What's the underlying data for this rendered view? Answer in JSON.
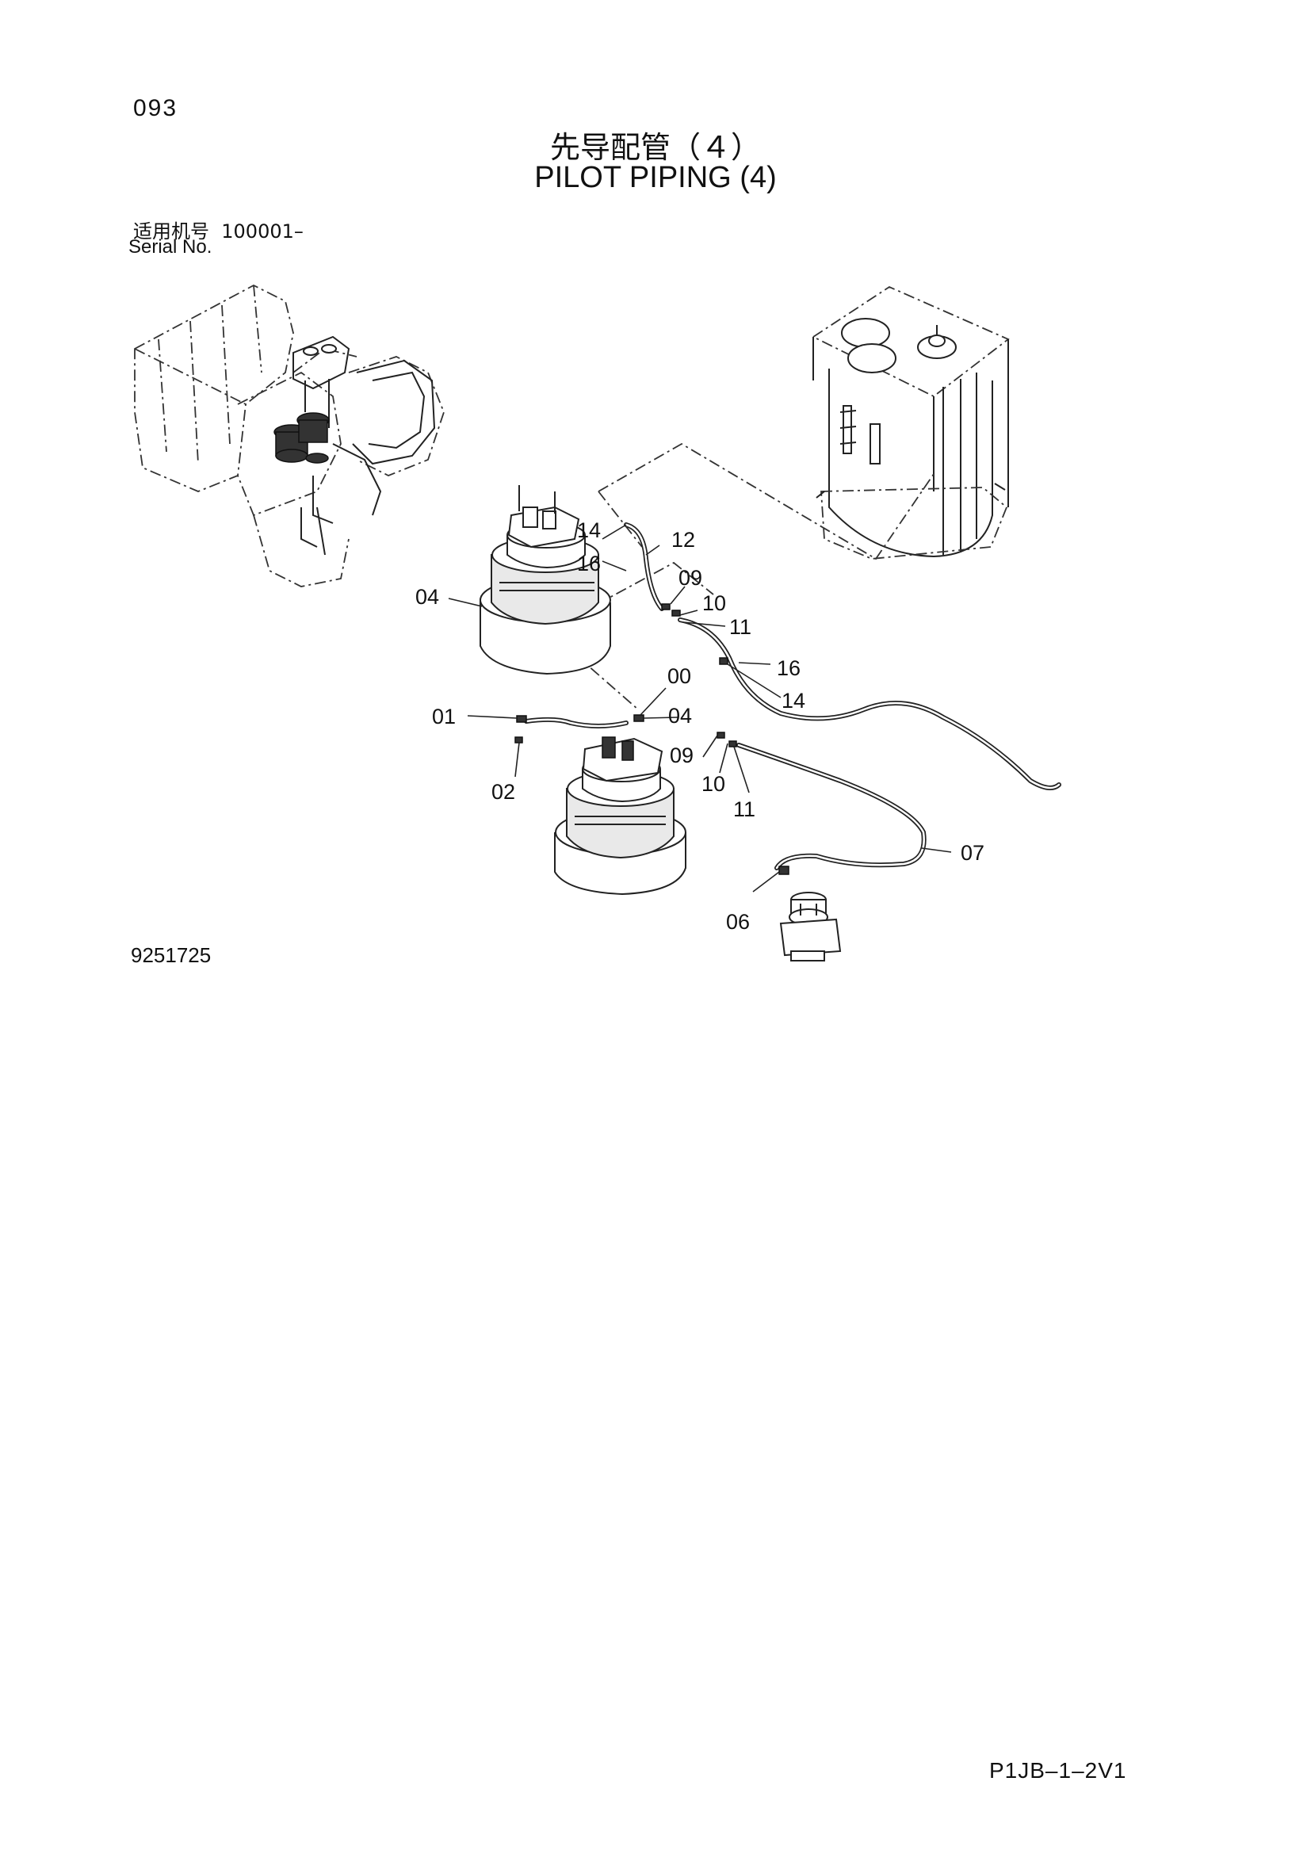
{
  "header": {
    "page_number": "093",
    "title_cn": "先导配管（４）",
    "title_en": "PILOT PIPING (4)",
    "serial_label_cn": "适用机号",
    "serial_value": "100001–",
    "serial_label_en": "Serial No."
  },
  "drawing_number": "9251725",
  "document_code": "P1JB–1–2V1",
  "callouts": {
    "c14a": "14",
    "c12": "12",
    "c16a": "16",
    "c09a": "09",
    "c04a": "04",
    "c10a": "10",
    "c11a": "11",
    "c16b": "16",
    "c00": "00",
    "c14b": "14",
    "c01": "01",
    "c04b": "04",
    "c02": "02",
    "c09b": "09",
    "c10b": "10",
    "c11b": "11",
    "c07": "07",
    "c06": "06"
  }
}
